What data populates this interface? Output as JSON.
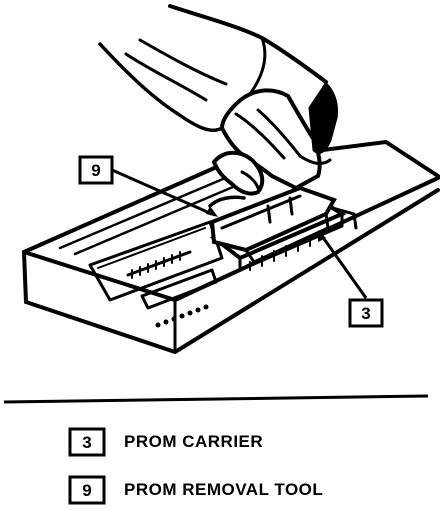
{
  "callouts": [
    {
      "number": "9"
    },
    {
      "number": "3"
    }
  ],
  "legend": [
    {
      "number": "3",
      "label": "PROM CARRIER"
    },
    {
      "number": "9",
      "label": "PROM REMOVAL TOOL"
    }
  ]
}
